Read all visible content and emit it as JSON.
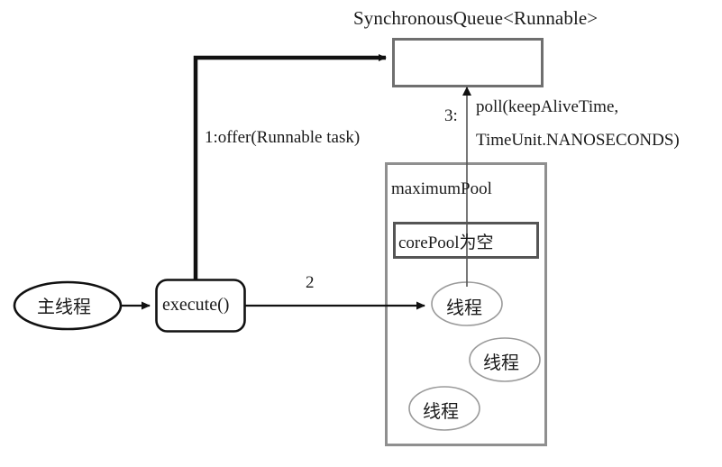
{
  "diagram": {
    "title": "SynchronousQueue<Runnable>",
    "queue_box": {
      "name": "synchronous-queue-box"
    },
    "main_thread": {
      "label": "主线程"
    },
    "execute_node": {
      "label": "execute()"
    },
    "maximum_pool": {
      "label": "maximumPool"
    },
    "core_pool": {
      "label": "corePool为空"
    },
    "threads": [
      {
        "label": "线程"
      },
      {
        "label": "线程"
      },
      {
        "label": "线程"
      }
    ],
    "edges": {
      "offer": "1:offer(Runnable task)",
      "step_two": "2",
      "poll_seq": "3:",
      "poll_line1": "poll(keepAliveTime,",
      "poll_line2": "TimeUnit.NANOSECONDS)"
    },
    "colors": {
      "stroke_dark": "#111111",
      "stroke_gray": "#707070",
      "stroke_light": "#9a9a9a",
      "text": "#1a1a1a",
      "background": "#ffffff"
    }
  }
}
